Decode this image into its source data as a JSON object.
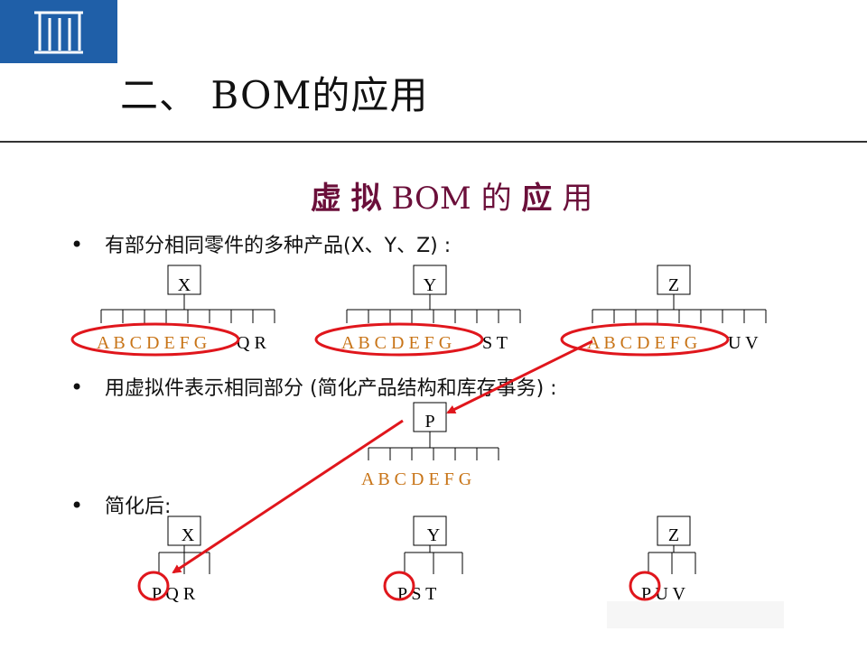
{
  "header": {
    "title": "二、 BOM的应用",
    "accent": "#1f5fa8"
  },
  "subtitle": {
    "parts": [
      "虚",
      "拟",
      "BOM",
      "的",
      "应",
      "用"
    ],
    "color": "#6b0f3a"
  },
  "bullets": [
    "有部分相同零件的多种产品(X、Y、Z) :",
    "用虚拟件表示相同部分 (简化产品结构和库存事务) :",
    "简化后:"
  ],
  "colors": {
    "highlight_red": "#e0161c",
    "shared_parts_orange": "#c87417"
  },
  "trees_original": [
    {
      "root": "X",
      "shared": "A B C D E  F G",
      "own": "Q R"
    },
    {
      "root": "Y",
      "shared": "A B C D E  F G",
      "own": "S T"
    },
    {
      "root": "Z",
      "shared": "A B C D E  F G",
      "own": "U V"
    }
  ],
  "virtual": {
    "root": "P",
    "parts": "A B C D E  F G"
  },
  "trees_simplified": [
    {
      "root": "X",
      "children": "P Q  R"
    },
    {
      "root": "Y",
      "children": "P  S  T"
    },
    {
      "root": "Z",
      "children": "P  U  V"
    }
  ]
}
